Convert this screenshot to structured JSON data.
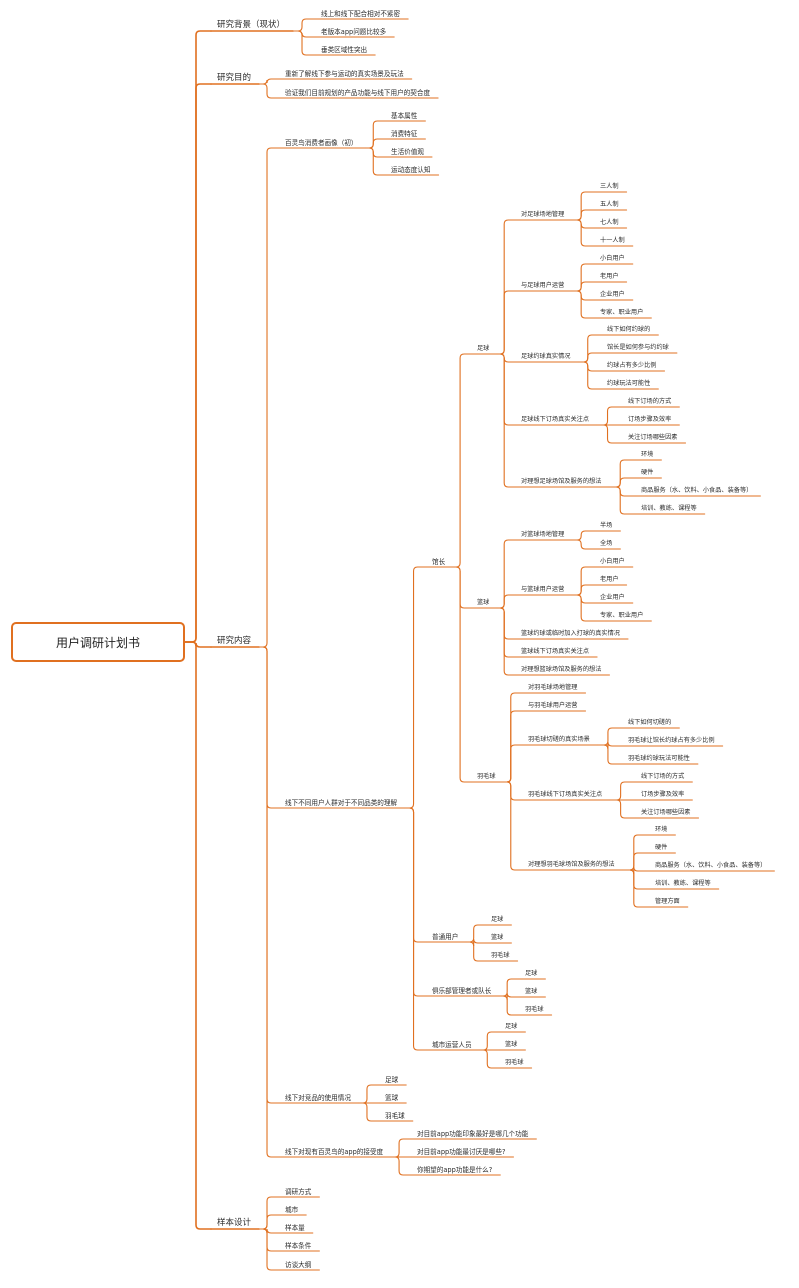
{
  "root": "用户调研计划书",
  "branches": [
    {
      "label": "研究背景（现状）",
      "children": [
        {
          "label": "线上和线下配合相对不紧密"
        },
        {
          "label": "老版本app问题比较多"
        },
        {
          "label": "垂类区域性突出"
        }
      ]
    },
    {
      "label": "研究目的",
      "children": [
        {
          "label": "重新了解线下参与运动的真实场景及玩法"
        },
        {
          "label": "验证我们目前规划的产品功能与线下用户的契合度"
        }
      ]
    },
    {
      "label": "研究内容",
      "children": [
        {
          "label": "百灵鸟消费者画像（初）",
          "children": [
            {
              "label": "基本属性"
            },
            {
              "label": "消费特征"
            },
            {
              "label": "生活价值观"
            },
            {
              "label": "运动态度认知"
            }
          ]
        },
        {
          "label": "线下不同用户人群对于不同品类的理解",
          "children": [
            {
              "label": "馆长",
              "children": [
                {
                  "label": "足球",
                  "children": [
                    {
                      "label": "对足球场地管理",
                      "children": [
                        {
                          "label": "三人制"
                        },
                        {
                          "label": "五人制"
                        },
                        {
                          "label": "七人制"
                        },
                        {
                          "label": "十一人制"
                        }
                      ]
                    },
                    {
                      "label": "与足球用户运营",
                      "children": [
                        {
                          "label": "小白用户"
                        },
                        {
                          "label": "老用户"
                        },
                        {
                          "label": "企业用户"
                        },
                        {
                          "label": "专家、职业用户"
                        }
                      ]
                    },
                    {
                      "label": "足球约球真实情况",
                      "children": [
                        {
                          "label": "线下如何约球的"
                        },
                        {
                          "label": "馆长是如何参与约约球"
                        },
                        {
                          "label": "约球占有多少比例"
                        },
                        {
                          "label": "约球玩法可能性"
                        }
                      ]
                    },
                    {
                      "label": "足球线下订场真实关注点",
                      "children": [
                        {
                          "label": "线下订场的方式"
                        },
                        {
                          "label": "订场步骤及效率"
                        },
                        {
                          "label": "关注订场哪些因素"
                        }
                      ]
                    },
                    {
                      "label": "对理想足球场馆及服务的想法",
                      "children": [
                        {
                          "label": "环境"
                        },
                        {
                          "label": "硬件"
                        },
                        {
                          "label": "商品服务（水、饮料、小食品、装备等）"
                        },
                        {
                          "label": "培训、教练、课程等"
                        }
                      ]
                    }
                  ]
                },
                {
                  "label": "篮球",
                  "children": [
                    {
                      "label": "对篮球场地管理",
                      "children": [
                        {
                          "label": "半场"
                        },
                        {
                          "label": "全场"
                        }
                      ]
                    },
                    {
                      "label": "与篮球用户运营",
                      "children": [
                        {
                          "label": "小白用户"
                        },
                        {
                          "label": "老用户"
                        },
                        {
                          "label": "企业用户"
                        },
                        {
                          "label": "专家、职业用户"
                        }
                      ]
                    },
                    {
                      "label": "篮球约球或临时加入打球的真实情况"
                    },
                    {
                      "label": "篮球线下订场真实关注点"
                    },
                    {
                      "label": "对理想篮球场馆及服务的想法"
                    }
                  ]
                },
                {
                  "label": "羽毛球",
                  "children": [
                    {
                      "label": "对羽毛球场地管理"
                    },
                    {
                      "label": "与羽毛球用户运营"
                    },
                    {
                      "label": "羽毛球切磋的真实场景",
                      "children": [
                        {
                          "label": "线下如何切磋的"
                        },
                        {
                          "label": "羽毛球让馆长约球占有多少比例"
                        },
                        {
                          "label": "羽毛球约球玩法可能性"
                        }
                      ]
                    },
                    {
                      "label": "羽毛球线下订场真实关注点",
                      "children": [
                        {
                          "label": "线下订场的方式"
                        },
                        {
                          "label": "订场步骤及效率"
                        },
                        {
                          "label": "关注订场哪些因素"
                        }
                      ]
                    },
                    {
                      "label": "对理想羽毛球场馆及服务的想法",
                      "children": [
                        {
                          "label": "环境"
                        },
                        {
                          "label": "硬件"
                        },
                        {
                          "label": "商品服务（水、饮料、小食品、装备等）"
                        },
                        {
                          "label": "培训、教练、课程等"
                        },
                        {
                          "label": "管理方面"
                        }
                      ]
                    }
                  ]
                }
              ]
            },
            {
              "label": "普通用户",
              "children": [
                {
                  "label": "足球"
                },
                {
                  "label": "篮球"
                },
                {
                  "label": "羽毛球"
                }
              ]
            },
            {
              "label": "俱乐部管理者或队长",
              "children": [
                {
                  "label": "足球"
                },
                {
                  "label": "篮球"
                },
                {
                  "label": "羽毛球"
                }
              ]
            },
            {
              "label": "城市运营人员",
              "children": [
                {
                  "label": "足球"
                },
                {
                  "label": "篮球"
                },
                {
                  "label": "羽毛球"
                }
              ]
            }
          ]
        },
        {
          "label": "线下对竞品的使用情况",
          "children": [
            {
              "label": "足球"
            },
            {
              "label": "篮球"
            },
            {
              "label": "羽毛球"
            }
          ]
        },
        {
          "label": "线下对现有百灵鸟的app的接受度",
          "children": [
            {
              "label": "对目前app功能印象最好是哪几个功能"
            },
            {
              "label": "对目前app功能最讨厌是哪些?"
            },
            {
              "label": "你期望的app功能是什么?"
            }
          ]
        }
      ]
    },
    {
      "label": "样本设计",
      "children": [
        {
          "label": "调研方式"
        },
        {
          "label": "城市"
        },
        {
          "label": "样本量"
        },
        {
          "label": "样本条件"
        },
        {
          "label": "访谈大纲"
        }
      ]
    }
  ],
  "colors": {
    "line": "#e07020",
    "text": "#2b2b2b"
  }
}
